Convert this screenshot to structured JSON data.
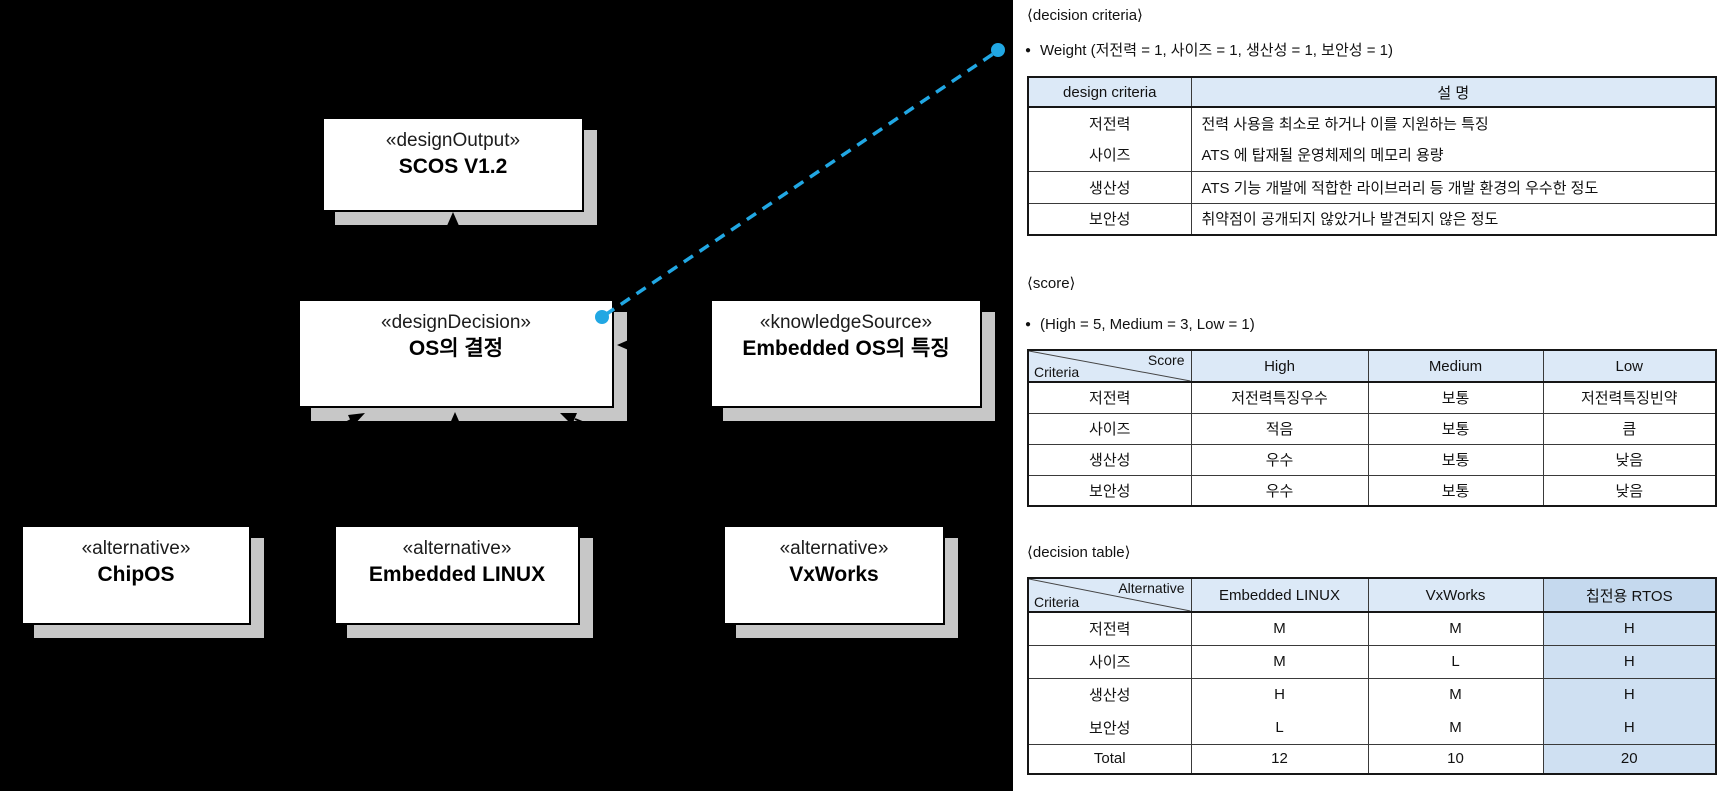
{
  "icons": {
    "bullet": "●"
  },
  "colors": {
    "accent_blue": "#21a7e3",
    "table_header_bg": "#dce9f7",
    "highlight_header_bg": "#c5d9ee",
    "highlight_cell_bg": "#cfe0f2"
  },
  "diagram": {
    "nodes": [
      {
        "stereotype": "«designOutput»",
        "name": "SCOS V1.2"
      },
      {
        "stereotype": "«designDecision»",
        "name": "OS의 결정"
      },
      {
        "stereotype": "«knowledgeSource»",
        "name": "Embedded OS의 특징"
      },
      {
        "stereotype": "«alternative»",
        "name": "ChipOS"
      },
      {
        "stereotype": "«alternative»",
        "name": "Embedded LINUX"
      },
      {
        "stereotype": "«alternative»",
        "name": "VxWorks"
      }
    ]
  },
  "panel": {
    "decision_criteria": {
      "title": "⟨decision criteria⟩",
      "weight_note": "Weight (저전력 = 1, 사이즈 = 1, 생산성 = 1, 보안성 = 1)",
      "table": {
        "headers": [
          "design criteria",
          "설  명"
        ],
        "rows": [
          [
            "저전력",
            "전력 사용을 최소로 하거나 이를 지원하는 특징"
          ],
          [
            "사이즈",
            "ATS 에 탑재될 운영체제의 메모리 용량"
          ],
          [
            "생산성",
            "ATS 기능 개발에 적합한 라이브러리 등 개발 환경의 우수한 정도"
          ],
          [
            "보안성",
            "취약점이 공개되지 않았거나 발견되지 않은 정도"
          ]
        ]
      }
    },
    "score": {
      "title": "⟨score⟩",
      "note": "(High = 5, Medium = 3, Low = 1)",
      "table": {
        "corner_top": "Score",
        "corner_bottom": "Criteria",
        "headers": [
          "High",
          "Medium",
          "Low"
        ],
        "rows": [
          {
            "criteria": "저전력",
            "values": [
              "저전력특징우수",
              "보통",
              "저전력특징빈약"
            ]
          },
          {
            "criteria": "사이즈",
            "values": [
              "적음",
              "보통",
              "큼"
            ]
          },
          {
            "criteria": "생산성",
            "values": [
              "우수",
              "보통",
              "낮음"
            ]
          },
          {
            "criteria": "보안성",
            "values": [
              "우수",
              "보통",
              "낮음"
            ]
          }
        ]
      }
    },
    "decision_table": {
      "title": "⟨decision table⟩",
      "table": {
        "corner_top": "Alternative",
        "corner_bottom": "Criteria",
        "headers": [
          "Embedded LINUX",
          "VxWorks",
          "칩전용 RTOS"
        ],
        "highlight_column": 2,
        "rows": [
          {
            "criteria": "저전력",
            "values": [
              "M",
              "M",
              "H"
            ]
          },
          {
            "criteria": "사이즈",
            "values": [
              "M",
              "L",
              "H"
            ]
          },
          {
            "criteria": "생산성",
            "values": [
              "H",
              "M",
              "H"
            ]
          },
          {
            "criteria": "보안성",
            "values": [
              "L",
              "M",
              "H"
            ]
          },
          {
            "criteria": "Total",
            "values": [
              "12",
              "10",
              "20"
            ]
          }
        ]
      }
    }
  }
}
